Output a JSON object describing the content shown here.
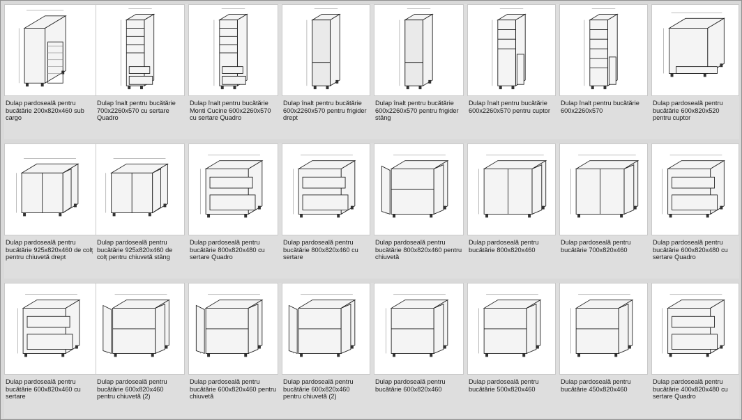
{
  "products": [
    [
      {
        "caption": "Dulap pardoseală pentru bucătărie 200x820x460 sub cargo",
        "icon": "cargo-base-cabinet"
      },
      {
        "caption": "Dulap înalt pentru bucătărie 700x2260x570 cu sertare Quadro",
        "icon": "tall-cabinet-drawers"
      },
      {
        "caption": "Dulap înalt pentru bucătărie Monti Cucine  600x2260x570 cu sertare Quadro",
        "icon": "tall-cabinet-drawers"
      },
      {
        "caption": "Dulap înalt pentru bucătărie 600x2260x570 pentru frigider drept",
        "icon": "tall-fridge-cabinet"
      },
      {
        "caption": "Dulap înalt pentru bucătărie 600x2260x570 pentru frigider stâng",
        "icon": "tall-fridge-cabinet"
      },
      {
        "caption": "Dulap înalt pentru bucătărie 600x2260x570 pentru cuptor",
        "icon": "tall-oven-cabinet"
      },
      {
        "caption": "Dulap înalt pentru bucătărie 600x2260x570",
        "icon": "tall-open-cabinet"
      },
      {
        "caption": "Dulap pardoseală pentru bucătărie 600x820x520 pentru cuptor",
        "icon": "oven-base-cabinet"
      }
    ],
    [
      {
        "caption": "Dulap pardoseală pentru bucătărie 925x820x460 de colț pentru chiuvetă drept",
        "icon": "corner-cabinet"
      },
      {
        "caption": "Dulap pardoseală pentru bucătărie 925x820x460 de colț pentru chiuvetă stâng",
        "icon": "corner-cabinet"
      },
      {
        "caption": "Dulap pardoseală pentru bucătărie 800x820x480 cu sertare Quadro",
        "icon": "drawer-base-cabinet"
      },
      {
        "caption": "Dulap pardoseală pentru bucătărie 800x820x460 cu sertare",
        "icon": "drawer-base-cabinet"
      },
      {
        "caption": "Dulap pardoseală pentru bucătărie 800x820x460 pentru chiuvetă",
        "icon": "sink-base-cabinet"
      },
      {
        "caption": "Dulap pardoseală pentru bucătărie 800x820x460",
        "icon": "double-door-base-cabinet"
      },
      {
        "caption": "Dulap pardoseală pentru bucătărie 700x820x460",
        "icon": "double-door-base-cabinet"
      },
      {
        "caption": "Dulap pardoseală pentru bucătărie 600x820x480 cu sertare Quadro",
        "icon": "drawer-base-cabinet"
      }
    ],
    [
      {
        "caption": "Dulap pardoseală pentru bucătărie 600x820x460 cu sertare",
        "icon": "drawer-base-cabinet"
      },
      {
        "caption": "Dulap pardoseală pentru bucătărie 600x820x460 pentru chiuvetă (2)",
        "icon": "sink-base-cabinet"
      },
      {
        "caption": "Dulap pardoseală pentru bucătărie 600x820x460 pentru chiuvetă",
        "icon": "sink-base-cabinet"
      },
      {
        "caption": "Dulap pardoseală pentru bucătărie 600x820x460 pentru chiuvetă (2)",
        "icon": "sink-base-cabinet"
      },
      {
        "caption": "Dulap pardoseală pentru bucătărie 600x820x460",
        "icon": "shelf-base-cabinet"
      },
      {
        "caption": "Dulap pardoseală pentru bucătărie 500x820x460",
        "icon": "shelf-base-cabinet"
      },
      {
        "caption": "Dulap pardoseală pentru bucătărie 450x820x460",
        "icon": "shelf-base-cabinet"
      },
      {
        "caption": "Dulap pardoseală pentru bucătărie 400x820x480 cu sertare Quadro",
        "icon": "drawer-base-cabinet"
      }
    ]
  ]
}
